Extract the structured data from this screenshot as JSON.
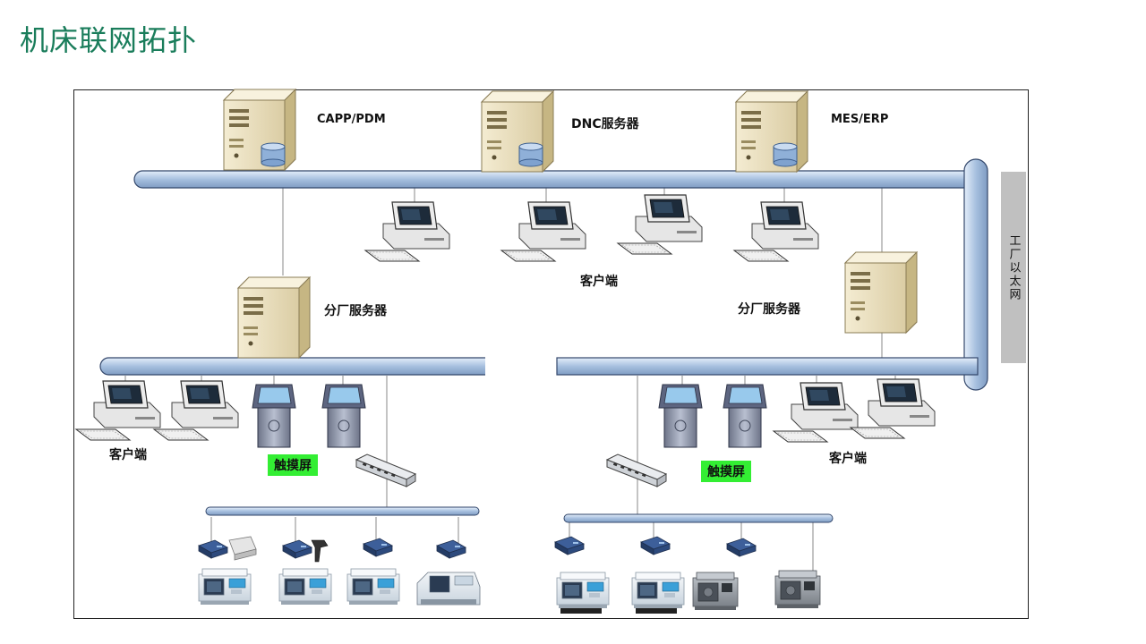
{
  "title": "机床联网拓扑",
  "labels": {
    "capp": "CAPP/PDM",
    "dnc": "DNC服务器",
    "mes": "MES/ERP",
    "client_top": "客户端",
    "branch_server_left": "分厂服务器",
    "branch_server_right": "分厂服务器",
    "client_left": "客户端",
    "client_right": "客户端",
    "touch_left": "触摸屏",
    "touch_right": "触摸屏",
    "ethernet": "工厂以太网"
  },
  "colors": {
    "title": "#1a7d5b",
    "bus": "#b8cde6",
    "touch_label_bg": "#33ee33"
  }
}
